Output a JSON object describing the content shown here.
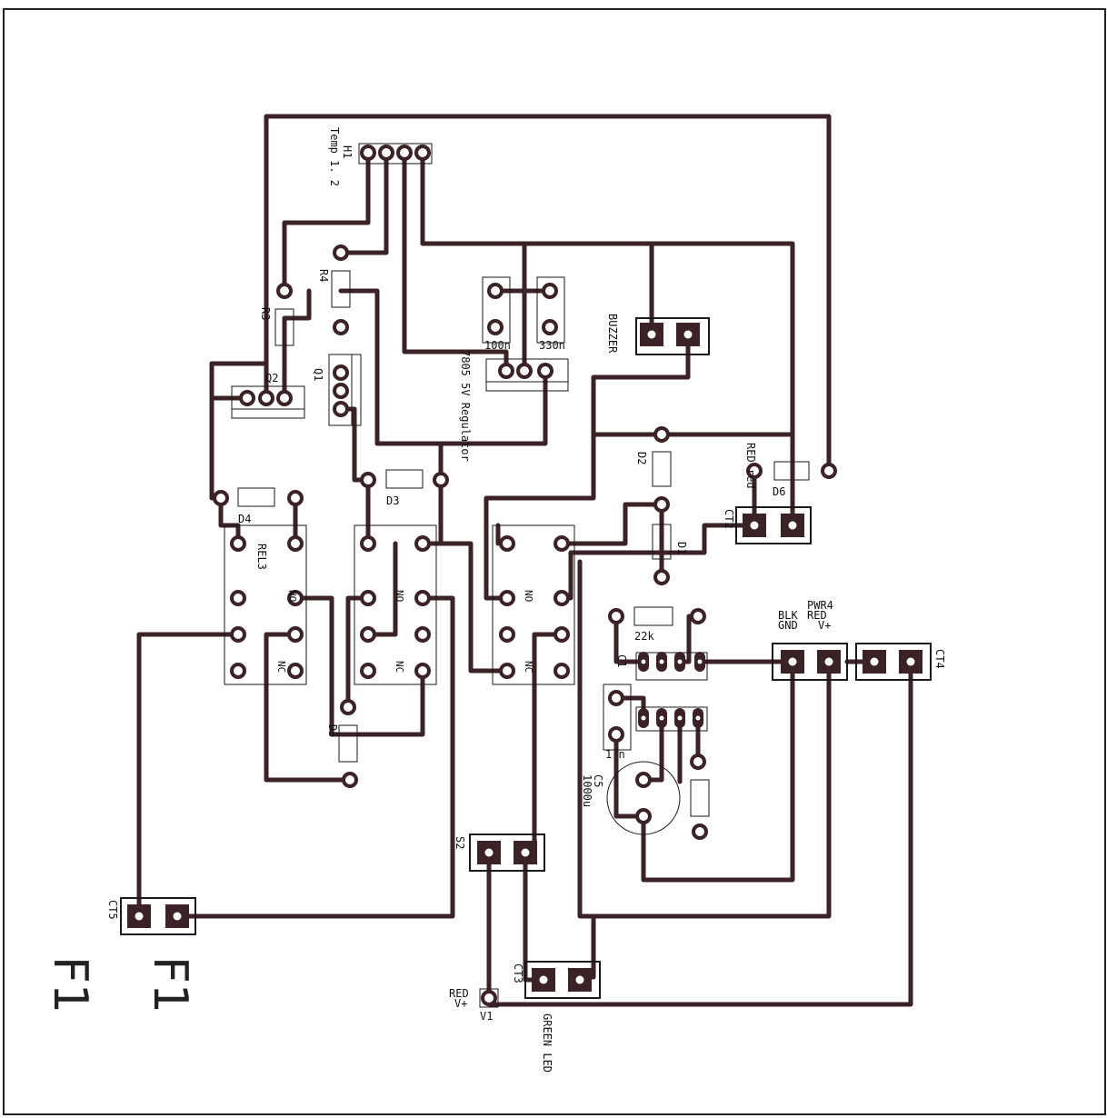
{
  "colors": {
    "trace": "#3a2226",
    "outline": "#1a1a1a",
    "pad": "#3a2226",
    "hole": "#ffffff"
  },
  "labels": {
    "h1": "H1",
    "temp": "Temp 1. 2",
    "r4": "R4",
    "r3": "R3",
    "q1": "Q1",
    "q2": "Q2",
    "c_left": "100n",
    "c_right": "330n",
    "reg": "7805 5V Regulator",
    "buzzer": "BUZZER",
    "d2": "D2",
    "d3": "D3",
    "d4": "D4",
    "d5": "D5",
    "d6": "D6",
    "d1": "D1",
    "red_red": "RED red",
    "ct2": "CT2",
    "rel3": "REL3",
    "no": "NO",
    "nc": "NC",
    "r22k": "22k",
    "pwr4": "PWR4",
    "red": "RED",
    "vplus": "V+",
    "blk": "BLK",
    "gnd": "GND",
    "ct4": "CT4",
    "c1": "C1",
    "c1val": "1 n",
    "c5": "C5",
    "c5val": "1000u",
    "s2": "S2",
    "ct3": "CT3",
    "ct5": "CT5",
    "v1": "V1",
    "v1red": "RED",
    "v1vplus": "V+",
    "green_led": "GREEN LED",
    "f1": "F1",
    "f2": "F1"
  }
}
